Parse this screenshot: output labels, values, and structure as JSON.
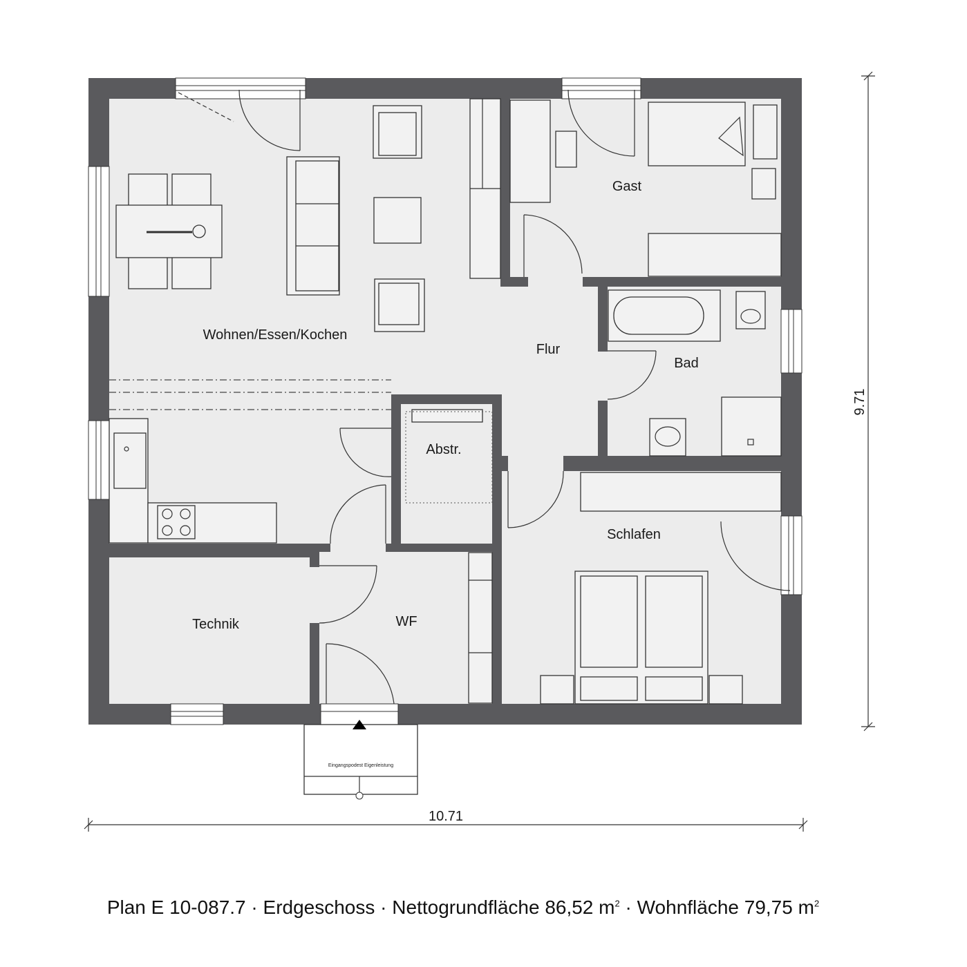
{
  "rooms": {
    "wohnen": "Wohnen/Essen/Kochen",
    "gast": "Gast",
    "flur": "Flur",
    "bad": "Bad",
    "abstr": "Abstr.",
    "schlafen": "Schlafen",
    "technik": "Technik",
    "wf": "WF"
  },
  "annotations": {
    "eingang": "Eingangspodest Eigenleistung"
  },
  "dimensions": {
    "width": "10.71",
    "height": "9.71"
  },
  "caption": {
    "plan": "Plan E 10-087.7",
    "floor": "Erdgeschoss",
    "netto_label": "Nettogrundfläche 86,52 m",
    "wohn_label": "Wohnfläche 79,75 m",
    "separator": " · ",
    "sup": "2"
  },
  "colors": {
    "wall": "#5a5a5d",
    "floor": "#ececec"
  }
}
